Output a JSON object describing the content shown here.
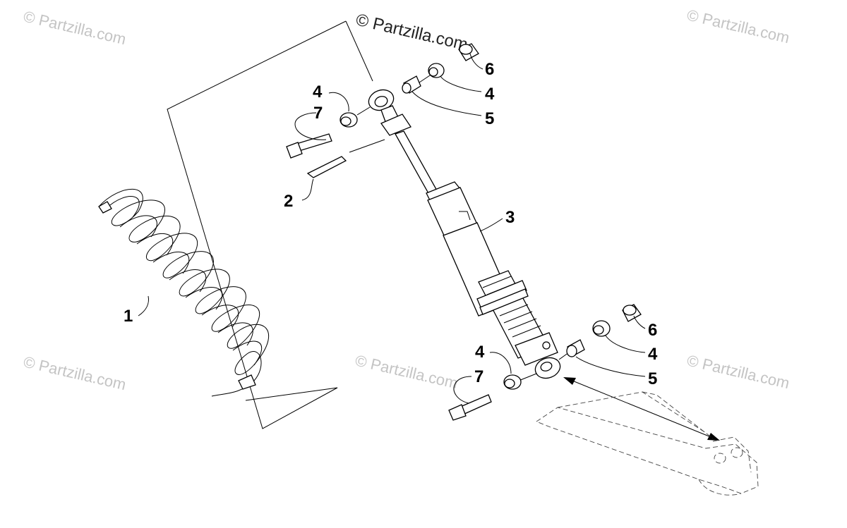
{
  "watermarks": {
    "main": "© Partzilla.com",
    "repeat": "© Partzilla.com"
  },
  "callouts": {
    "spring": "1",
    "pin": "2",
    "shock": "3",
    "washer_top_left": "4",
    "washer_top_right": "4",
    "washer_bottom_left": "4",
    "washer_bottom_right": "4",
    "bushing_top": "5",
    "bushing_bottom": "5",
    "nut_top": "6",
    "nut_bottom": "6",
    "bolt_top": "7",
    "bolt_bottom": "7"
  }
}
